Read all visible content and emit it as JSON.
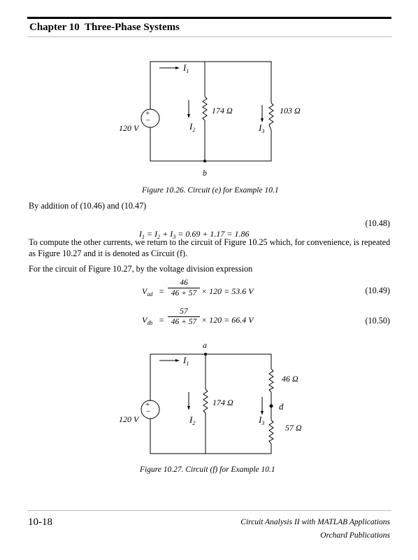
{
  "header": {
    "chapter_title": "Chapter 10  Three-Phase Systems"
  },
  "fig26": {
    "current_I1": "I",
    "current_I1_sub": "1",
    "res_174": "174 Ω",
    "res_103": "103 Ω",
    "current_I2": "I",
    "current_I2_sub": "2",
    "current_I3": "I",
    "current_I3_sub": "3",
    "source_label": "120 V",
    "plus": "+",
    "minus": "−",
    "node_b": "b",
    "caption": "Figure 10.26.  Circuit (e) for Example 10.1"
  },
  "text": {
    "by_addition": "By addition of (10.46) and (10.47)",
    "para_compute": "To compute the other currents, we return to the circuit of Figure 10.25 which, for convenience, is repeated as Figure 10.27 and it is denoted as Circuit (f).",
    "para_voltage_div": "For the circuit of Figure 10.27, by the voltage division expression"
  },
  "eq48": {
    "lhs": "I",
    "lhs_sub": "1",
    "eq1": " = ",
    "t1": "I",
    "t1_sub": "2",
    "plus": " + ",
    "t2": "I",
    "t2_sub": "3",
    "rest": " = 0.69 + 1.17 = 1.86",
    "number": "(10.48)"
  },
  "eq49": {
    "lhs": "V",
    "lhs_sub": "ad",
    "eq": "=",
    "num": "46",
    "den": "46 + 57",
    "rest": "× 120 = 53.6 V",
    "number": "(10.49)"
  },
  "eq50": {
    "lhs": "V",
    "lhs_sub": "db",
    "eq": "=",
    "num": "57",
    "den": "46 + 57",
    "rest": "× 120 = 66.4 V",
    "number": "(10.50)"
  },
  "fig27": {
    "node_a": "a",
    "current_I1": "I",
    "current_I1_sub": "1",
    "res_46": "46 Ω",
    "res_174": "174 Ω",
    "res_57": "57 Ω",
    "node_d": "d",
    "current_I2": "I",
    "current_I2_sub": "2",
    "current_I3": "I",
    "current_I3_sub": "3",
    "source_label": "120 V",
    "plus": "+",
    "minus": "−",
    "caption": "Figure 10.27.  Circuit (f) for Example 10.1"
  },
  "footer": {
    "page_number": "10-18",
    "book_title": "Circuit Analysis II with MATLAB Applications",
    "publisher": "Orchard Publications"
  }
}
